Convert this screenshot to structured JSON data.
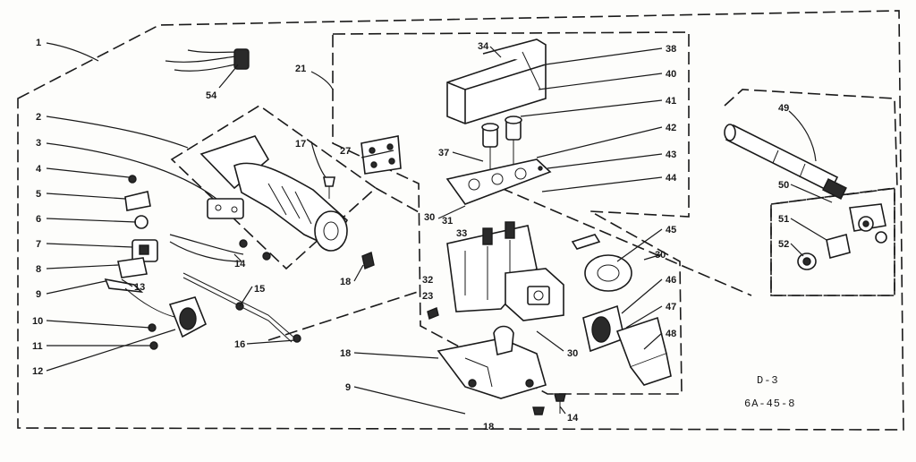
{
  "diagram": {
    "callouts": {
      "c1": "1",
      "c2": "2",
      "c3": "3",
      "c4": "4",
      "c5": "5",
      "c6": "6",
      "c7": "7",
      "c8": "8",
      "c9": "9",
      "c10": "10",
      "c11": "11",
      "c12": "12",
      "c13": "13",
      "c14": "14",
      "c15": "15",
      "c16": "16",
      "c17": "17",
      "c18a": "18",
      "c18b": "18",
      "c18c": "18",
      "c21": "21",
      "c23": "23",
      "c27": "27",
      "c30a": "30",
      "c30b": "30",
      "c30c": "30",
      "c31": "31",
      "c32": "32",
      "c33": "33",
      "c34": "34",
      "c37": "37",
      "c38": "38",
      "c40": "40",
      "c41": "41",
      "c42": "42",
      "c43": "43",
      "c44": "44",
      "c45": "45",
      "c46": "46",
      "c47": "47",
      "c48": "48",
      "c49": "49",
      "c50": "50",
      "c51": "51",
      "c52": "52",
      "c54": "54",
      "c9b": "9",
      "c14b": "14"
    },
    "view_label": "D-3",
    "drawing_code": "6A-45-8"
  }
}
